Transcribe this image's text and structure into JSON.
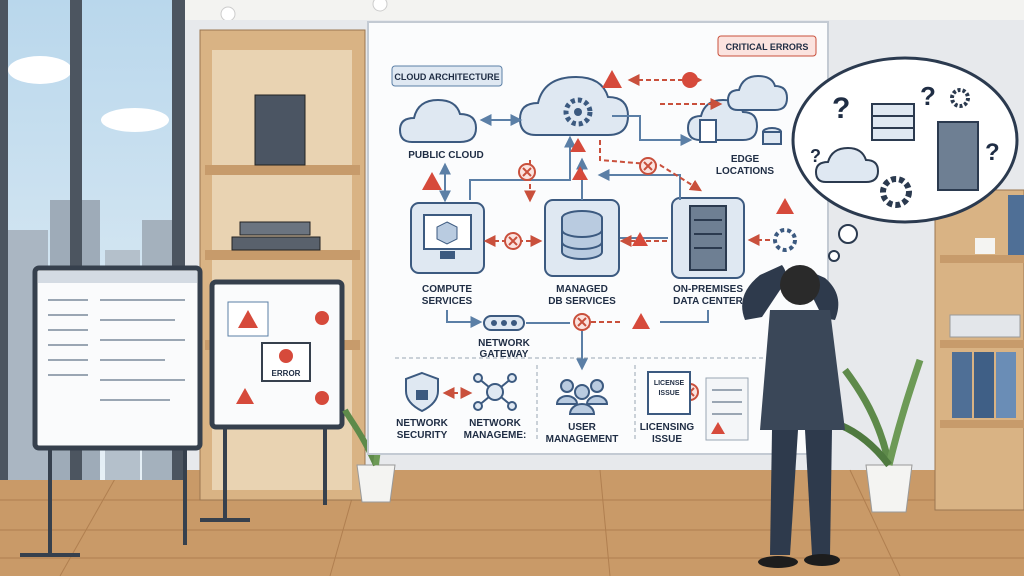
{
  "diagram": {
    "title": "CLOUD ARCHITECTURE",
    "critical": "CRITICAL ERRORS",
    "public_cloud": "PUBLIC CLOUD",
    "edge": [
      "EDGE",
      "LOCATIONS"
    ],
    "compute": [
      "COMPUTE",
      "SERVICES"
    ],
    "managed": [
      "MANAGED",
      "DB SERVICES"
    ],
    "onprem": [
      "ON-PREMISES",
      "DATA CENTER"
    ],
    "gateway": [
      "NETWORK",
      "GATEWAY"
    ],
    "net_security": [
      "NETWORK",
      "SECURITY"
    ],
    "net_management": [
      "NETWORK",
      "MANAGEME:"
    ],
    "user_management": [
      "USER",
      "MANAGEMENT"
    ],
    "licensing": [
      "LICENSING",
      "ISSUE"
    ],
    "license_card": [
      "LICENSE",
      "ISSUE"
    ]
  },
  "small_board": {
    "error_label": "ERROR"
  },
  "colors": {
    "accent_red": "#c9503c",
    "arrow_blue": "#5b7fa6",
    "node_fill": "#dfe8f2",
    "wall": "#eef0f2",
    "wood": "#c99a68"
  }
}
